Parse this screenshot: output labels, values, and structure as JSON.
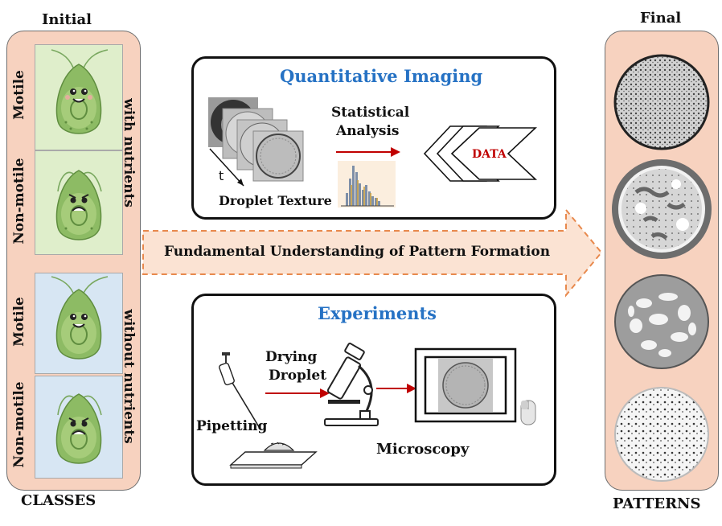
{
  "left": {
    "header": "Initial",
    "footer": "CLASSES",
    "rows": [
      "Motile",
      "Non-motile",
      "Motile",
      "Non-motile"
    ],
    "groups": [
      "with nutrients",
      "without nutrients"
    ]
  },
  "right": {
    "header": "Final",
    "footer": "PATTERNS"
  },
  "arrow": {
    "label": "Fundamental Understanding of Pattern Formation"
  },
  "imaging": {
    "title": "Quantitative Imaging",
    "time_label": "t",
    "texture_label": "Droplet Texture",
    "analysis_label_1": "Statistical",
    "analysis_label_2": "Analysis",
    "data_label": "DATA"
  },
  "experiments": {
    "title": "Experiments",
    "pipetting_label": "Pipetting",
    "drying_label_1": "Drying",
    "drying_label_2": "Droplet",
    "microscopy_label": "Microscopy"
  },
  "colors": {
    "panel_fill": "#f7d2bf",
    "title_blue": "#2672c4",
    "arrow_fill": "#fbe3d3",
    "arrow_dash": "#e8894d",
    "red_arrow": "#c00000",
    "cell_green": "#dfeecb",
    "cell_blue": "#d7e6f3"
  }
}
